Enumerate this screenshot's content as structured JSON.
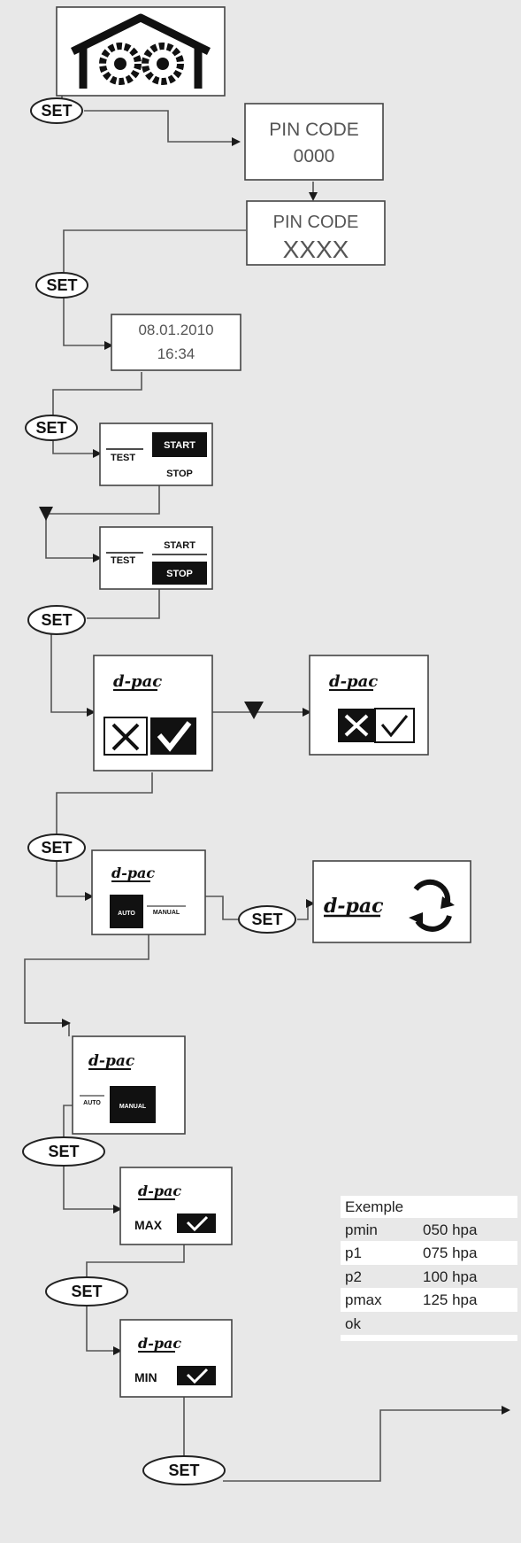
{
  "set_label": "SET",
  "pin_code": {
    "label": "PIN CODE",
    "default_value": "0000",
    "masked_value": "XXXX"
  },
  "datetime": {
    "date": "08.01.2010",
    "time": "16:34"
  },
  "test_screen": {
    "test_label": "TEST",
    "start_label": "START",
    "stop_label": "STOP"
  },
  "brand_logo": "d-pac",
  "mode_screen": {
    "auto_label": "AUTO",
    "manual_label": "MANUAL"
  },
  "max_label": "MAX",
  "min_label": "MIN",
  "example": {
    "title": "Exemple",
    "rows": [
      {
        "name": "pmin",
        "value": "050 hpa"
      },
      {
        "name": "p1",
        "value": "075 hpa"
      },
      {
        "name": "p2",
        "value": "100 hpa"
      },
      {
        "name": "pmax",
        "value": "125 hpa"
      },
      {
        "name": "ok",
        "value": ""
      }
    ]
  },
  "icons": [
    "home-gears-icon",
    "down-triangle-icon",
    "x-icon",
    "check-icon",
    "refresh-icon",
    "arrow-right-icon"
  ]
}
